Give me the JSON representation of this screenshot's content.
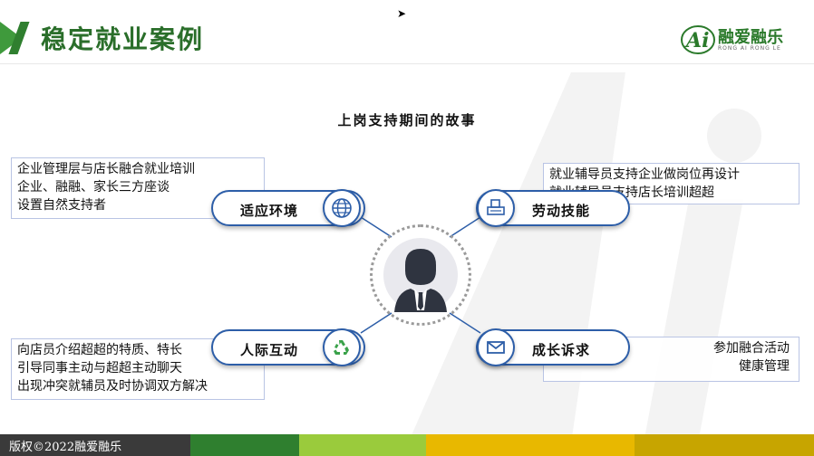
{
  "header": {
    "title": "稳定就业案例",
    "logo_text": "融爱融乐",
    "logo_sub": "RONG AI RONG LE"
  },
  "subtitle": "上岗支持期间的故事",
  "quadrants": {
    "top_left": {
      "label": "适应环境",
      "icon": "globe-icon",
      "lines": [
        "企业管理层与店长融合就业培训",
        "企业、融融、家长三方座谈",
        "设置自然支持者"
      ]
    },
    "top_right": {
      "label": "劳动技能",
      "icon": "printer-icon",
      "lines": [
        "就业辅导员支持企业做岗位再设计",
        "就业辅导员支持店长培训超超"
      ]
    },
    "bottom_left": {
      "label": "人际互动",
      "icon": "recycle-icon",
      "lines": [
        "向店员介绍超超的特质、特长",
        "引导同事主动与超超主动聊天",
        "出现冲突就辅员及时协调双方解决"
      ]
    },
    "bottom_right": {
      "label": "成长诉求",
      "icon": "envelope-icon",
      "lines": [
        "参加融合活动",
        "健康管理"
      ]
    }
  },
  "hub_icon": "person-icon",
  "footer": {
    "copyright": "版权©2022融爱融乐"
  },
  "colors": {
    "title_green": "#2a6e2a",
    "pill_blue": "#2d5ea8",
    "footer_dark": "#3a3a3a",
    "footer_green": "#2f7f2f",
    "footer_lime": "#9acb3c",
    "footer_yellow": "#e8b800"
  }
}
